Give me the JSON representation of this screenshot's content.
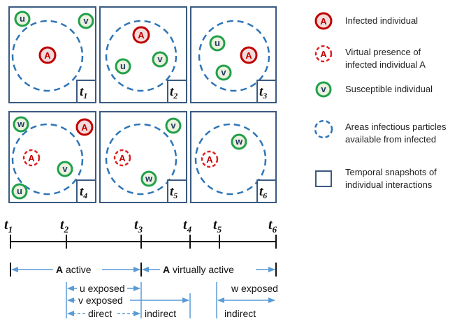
{
  "panels": [
    {
      "t": "t",
      "sub": "1"
    },
    {
      "t": "t",
      "sub": "2"
    },
    {
      "t": "t",
      "sub": "3"
    },
    {
      "t": "t",
      "sub": "4"
    },
    {
      "t": "t",
      "sub": "5"
    },
    {
      "t": "t",
      "sub": "6"
    }
  ],
  "node_letters": {
    "infected": "A",
    "u": "u",
    "v": "v",
    "w": "w"
  },
  "legend": {
    "infected": "Infected individual",
    "virtual_1": "Virtual presence of",
    "virtual_2": "infected individual A",
    "susceptible": "Susceptible individual",
    "area_1": "Areas infectious particles",
    "area_2": "available from infected",
    "snapshot_1": "Temporal snapshots of",
    "snapshot_2": "individual interactions"
  },
  "timeline": {
    "ticks": [
      {
        "t": "t",
        "sub": "1"
      },
      {
        "t": "t",
        "sub": "2"
      },
      {
        "t": "t",
        "sub": "3"
      },
      {
        "t": "t",
        "sub": "4"
      },
      {
        "t": "t",
        "sub": "5"
      },
      {
        "t": "t",
        "sub": "6"
      }
    ]
  },
  "annotations": {
    "a_active_bold": "A",
    "a_active_rest": " active",
    "a_virtual_bold": "A",
    "a_virtual_rest": " virtually active",
    "u_exposed": "u exposed",
    "v_exposed": "v exposed",
    "direct": "direct",
    "indirect_1": "indirect",
    "w_exposed": "w exposed",
    "indirect_2": "indirect"
  },
  "colors": {
    "frame": "#3a5a80",
    "dashed_area": "#2e75b6",
    "infected_ring": "#c00000",
    "infected_fill": "#f2dcdb",
    "susceptible_ring": "#21a04a",
    "susceptible_fill": "#ebf1de",
    "arrow": "#5b9bd5",
    "text": "#111111"
  }
}
